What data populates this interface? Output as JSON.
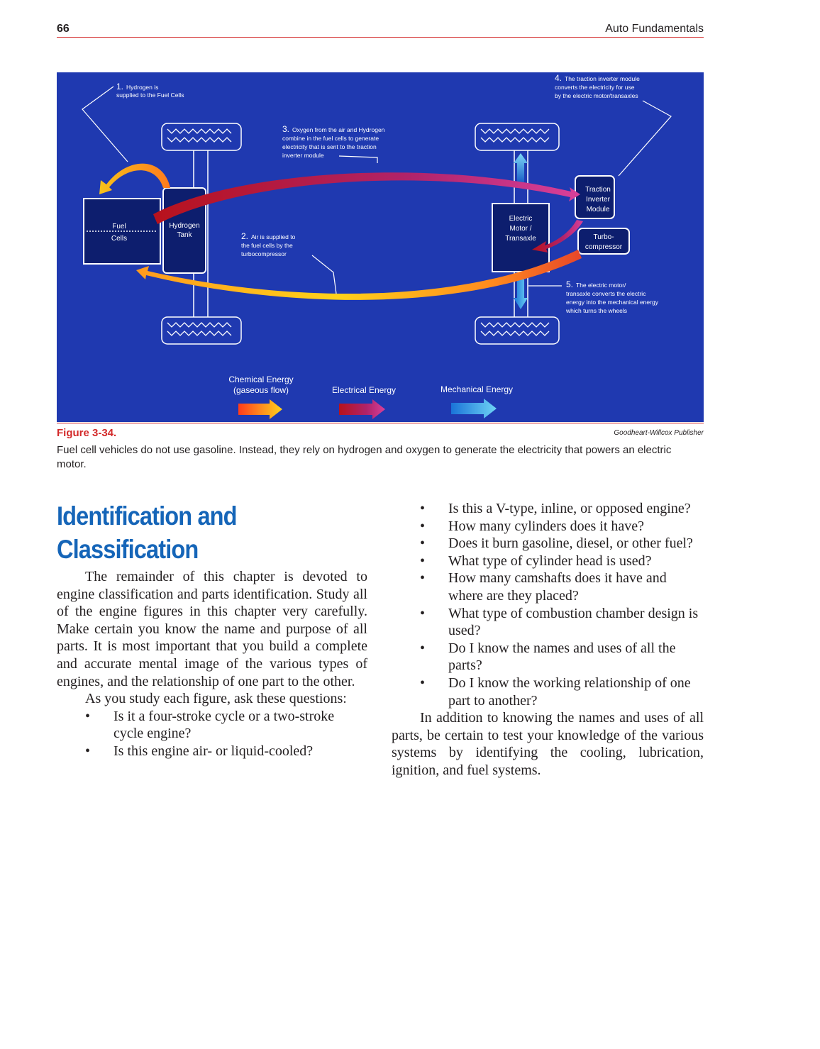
{
  "header": {
    "page_number": "66",
    "book_title": "Auto Fundamentals"
  },
  "figure": {
    "labels": {
      "fuel_cells": [
        "Fuel",
        "Cells"
      ],
      "hydrogen_tank": [
        "Hydrogen",
        "Tank"
      ],
      "electric_motor": [
        "Electric",
        "Motor /",
        "Transaxle"
      ],
      "traction_inverter": [
        "Traction",
        "Inverter",
        "Module"
      ],
      "turbo_compressor": [
        "Turbo-",
        "compressor"
      ]
    },
    "callouts": {
      "c1": {
        "number": "1.",
        "lines": [
          "Hydrogen is",
          "supplied to the Fuel Cells"
        ]
      },
      "c2": {
        "number": "2.",
        "lines": [
          "Air is supplied to",
          "the fuel cells by the",
          "turbocompressor"
        ]
      },
      "c3": {
        "number": "3.",
        "lines": [
          "Oxygen from the air and Hydrogen",
          "combine in the fuel cells to generate",
          "electricity that is sent to the traction",
          "inverter module"
        ]
      },
      "c4": {
        "number": "4.",
        "lines": [
          "The traction inverter module",
          "converts the electricity for use",
          "by the electric motor/transaxles"
        ]
      },
      "c5": {
        "number": "5.",
        "lines": [
          "The electric motor/",
          "transaxle converts the electric",
          "energy into the mechanical energy",
          "which turns the wheels"
        ]
      }
    },
    "legend": {
      "chemical": [
        "Chemical Energy",
        "(gaseous flow)"
      ],
      "electrical": "Electrical Energy",
      "mechanical": "Mechanical Energy"
    },
    "colors": {
      "background": "#1f39b0",
      "chemical": "#f59a2a",
      "electrical": "#b01a3c",
      "mechanical": "#3fa9e0"
    }
  },
  "caption": {
    "title": "Figure 3-34.",
    "credit": "Goodheart-Willcox Publisher",
    "text": "Fuel cell vehicles do not use gasoline. Instead, they rely on hydrogen and oxygen to generate the electricity that powers an electric motor."
  },
  "section": {
    "heading": [
      "Identification and",
      "Classification"
    ],
    "paragraph1": "The remainder of this chapter is devoted to engine classification and parts identification. Study all of the engine figures in this chapter very carefully. Make certain you know the name and purpose of all parts. It is most important that you build a complete and accurate mental image of the various types of engines, and the relationship of one part to the other.",
    "paragraph2": "As you study each figure, ask these questions:",
    "questions_left": [
      "Is it a four-stroke cycle or a two-stroke cycle engine?",
      "Is this engine air- or liquid-cooled?"
    ],
    "questions_right": [
      "Is this a V-type, inline, or opposed engine?",
      "How many cylinders does it have?",
      "Does it burn gasoline, diesel, or other fuel?",
      "What type of cylinder head is used?",
      "How many camshafts does it have and where are they placed?",
      "What type of combustion chamber design is used?",
      "Do I know the names and uses of all the parts?",
      "Do I know the working relationship of one part to another?"
    ],
    "paragraph3": "In addition to knowing the names and uses of all parts, be certain to test your knowledge of the various systems by identifying the cooling, lubrication, ignition, and fuel systems.",
    "bullet_glyph": "•"
  }
}
